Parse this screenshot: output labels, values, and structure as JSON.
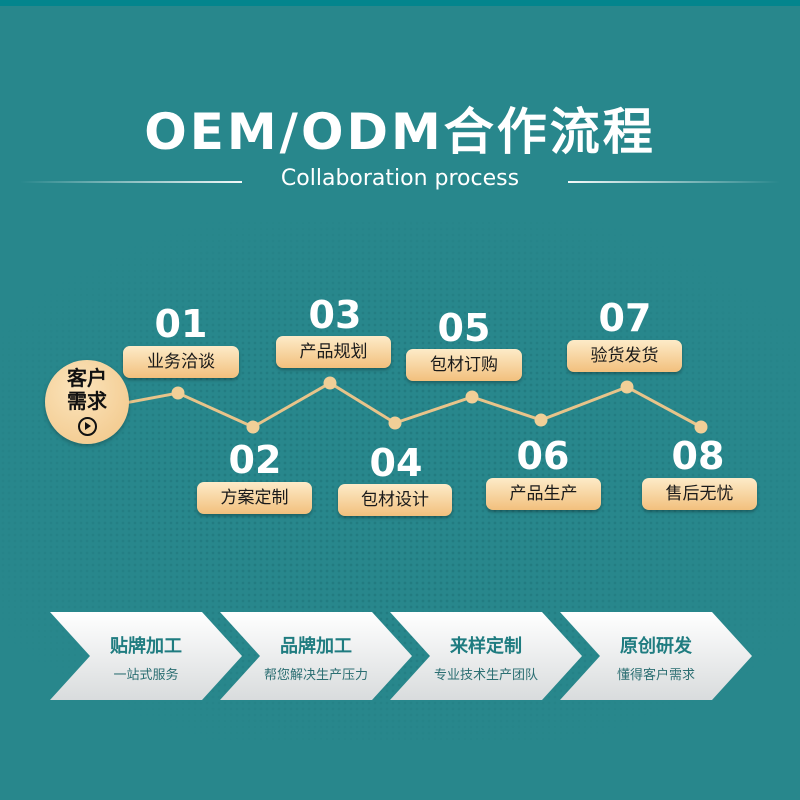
{
  "header": {
    "title": "OEM/ODM合作流程",
    "subtitle": "Collaboration process"
  },
  "start": {
    "line1": "客户",
    "line2": "需求",
    "icon": "play-circle-icon"
  },
  "steps": [
    {
      "num": "01",
      "label": "业务洽谈"
    },
    {
      "num": "02",
      "label": "方案定制"
    },
    {
      "num": "03",
      "label": "产品规划"
    },
    {
      "num": "04",
      "label": "包材设计"
    },
    {
      "num": "05",
      "label": "包材订购"
    },
    {
      "num": "06",
      "label": "产品生产"
    },
    {
      "num": "07",
      "label": "验货发货"
    },
    {
      "num": "08",
      "label": "售后无忧"
    }
  ],
  "services": [
    {
      "title": "贴牌加工",
      "desc": "一站式服务"
    },
    {
      "title": "品牌加工",
      "desc": "帮您解决生产压力"
    },
    {
      "title": "来样定制",
      "desc": "专业技术生产团队"
    },
    {
      "title": "原创研发",
      "desc": "懂得客户需求"
    }
  ],
  "colors": {
    "background": "#28878c",
    "topbar": "#03858d",
    "accent_gold": "#f2c07d",
    "service_title": "#1f7c80"
  }
}
